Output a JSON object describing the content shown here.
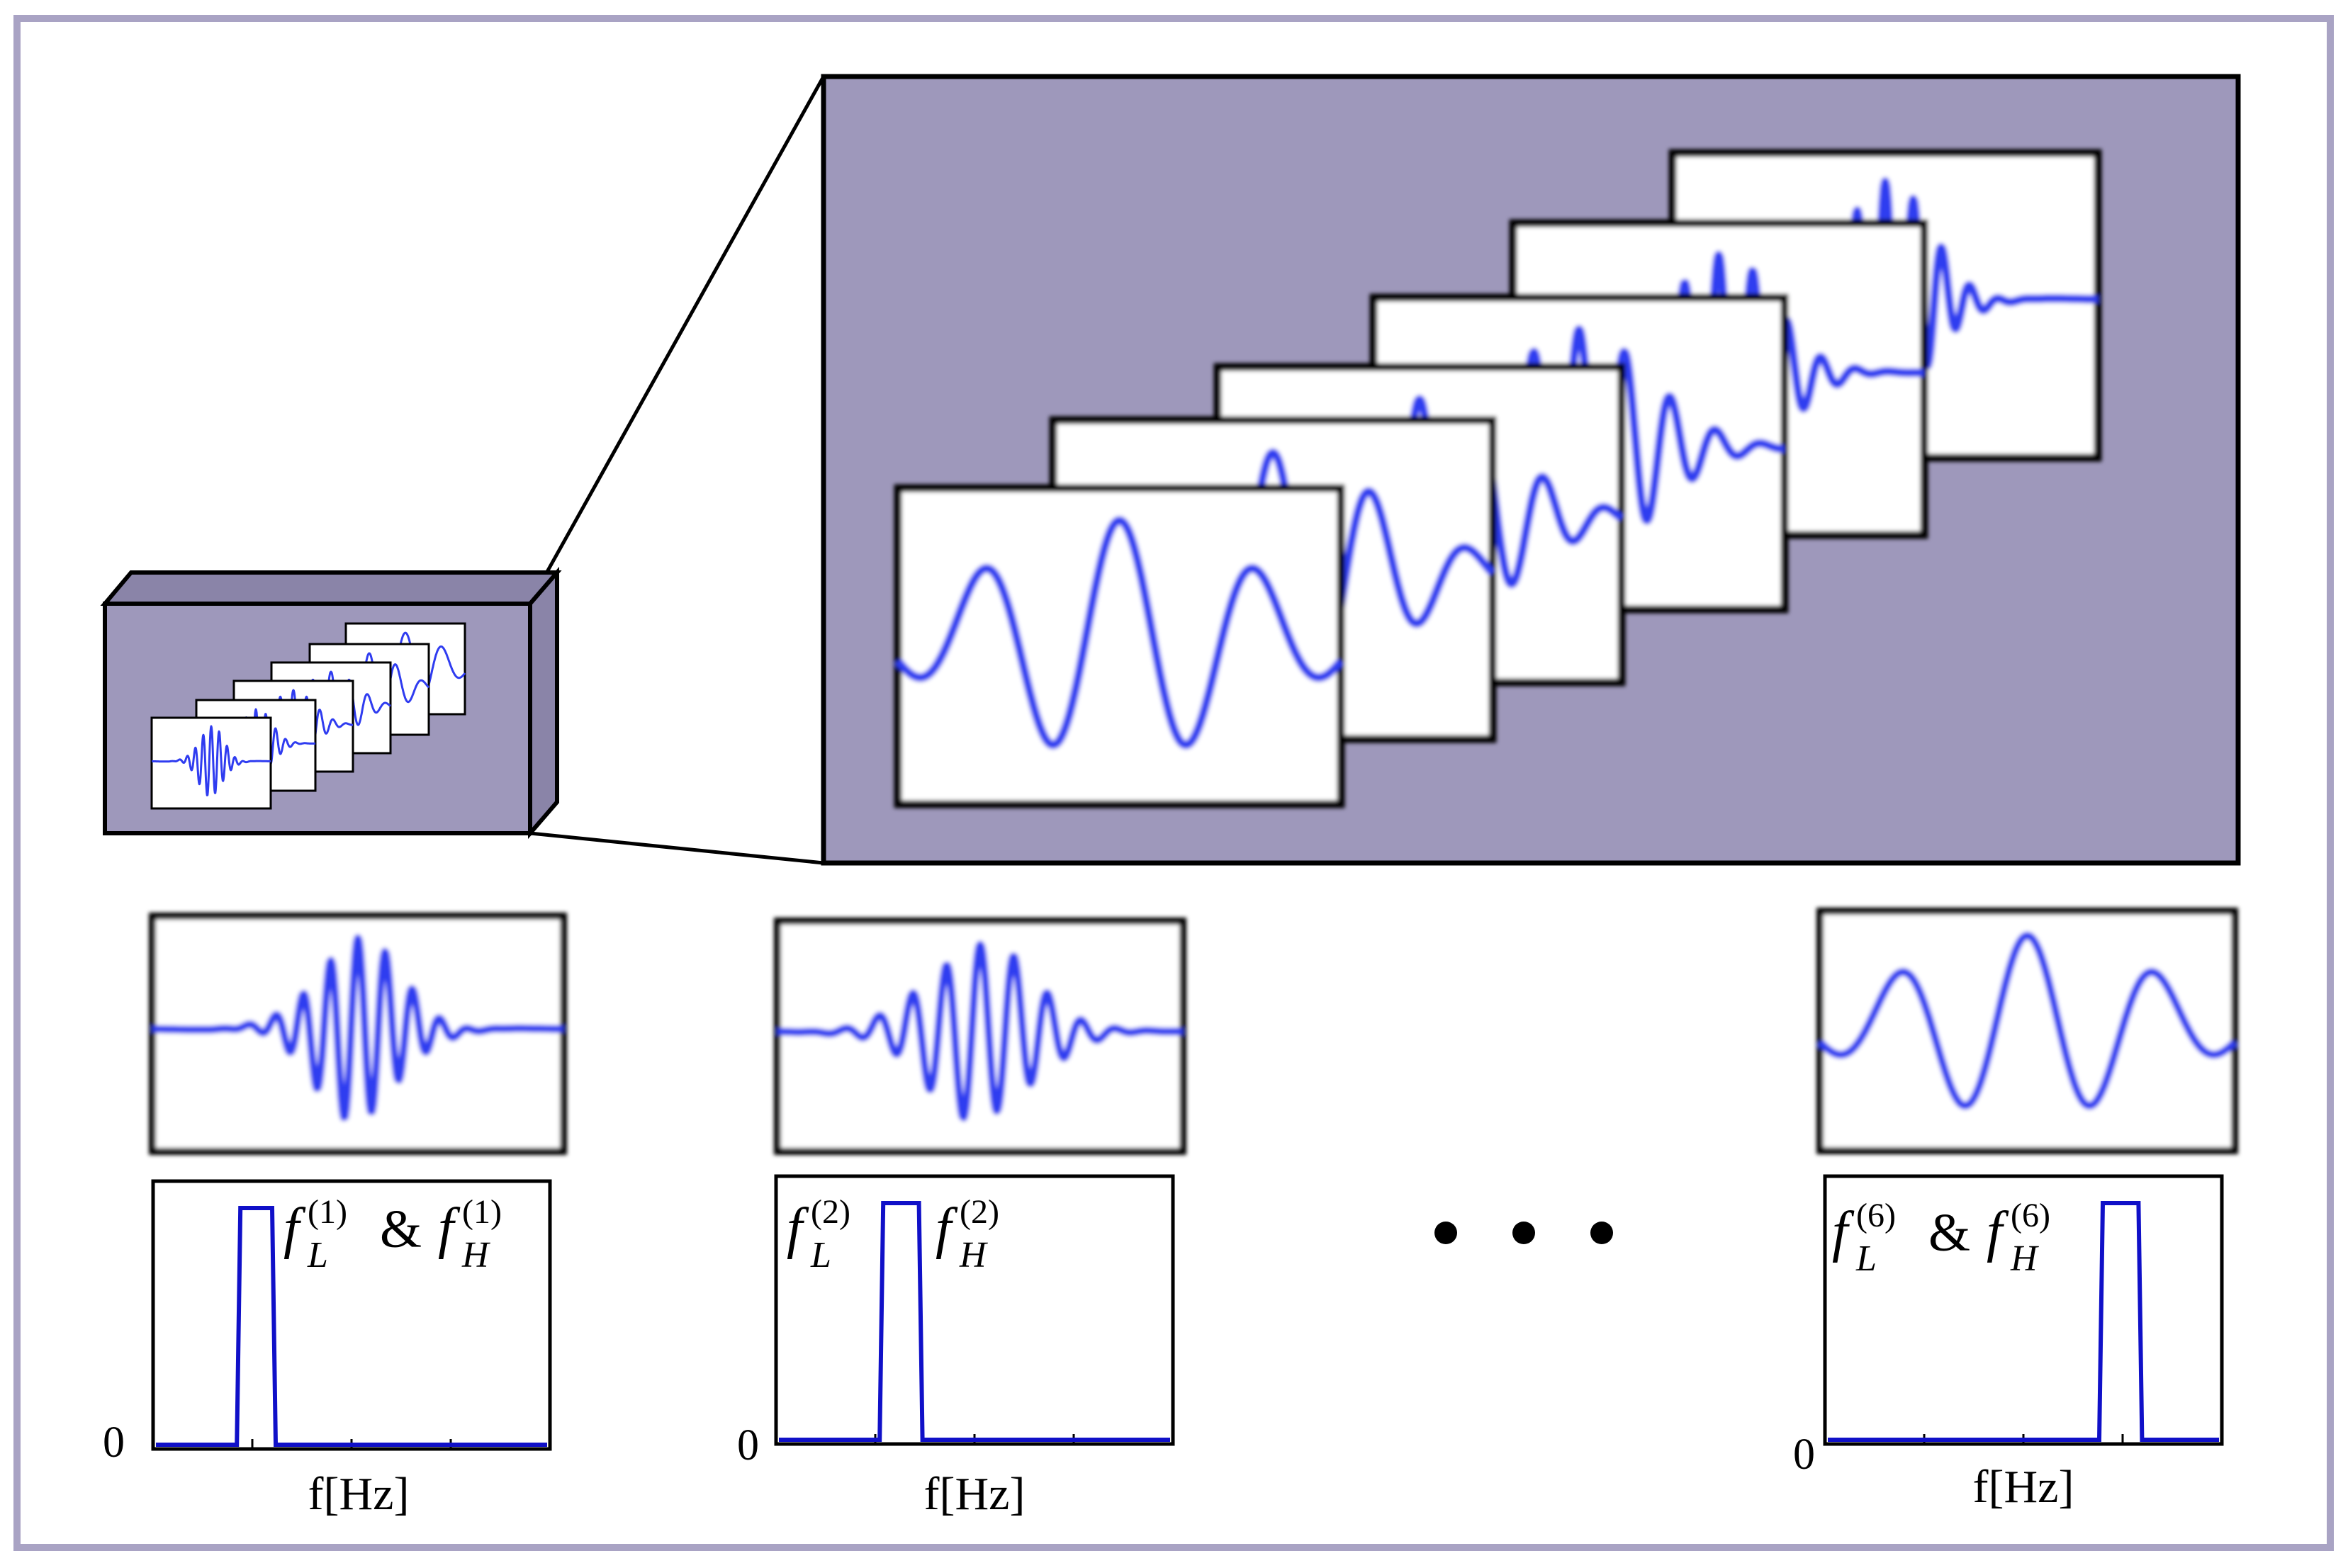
{
  "colors": {
    "frame_border": "#a9a3c4",
    "panel_fill": "#9e98bb",
    "box_side": "#8a84a8",
    "wave": "#2f3cf0",
    "band": "#1010c8",
    "ink": "#000000",
    "background": "#ffffff"
  },
  "spectra": [
    {
      "zero": "0",
      "xlabel": "f[Hz]",
      "band": {
        "low": 0.22,
        "high": 0.3
      },
      "labels": [
        {
          "base": "f",
          "sub": "L",
          "sup": "(1)"
        },
        {
          "base": "&"
        },
        {
          "base": "f",
          "sub": "H",
          "sup": "(1)"
        }
      ]
    },
    {
      "zero": "0",
      "xlabel": "f[Hz]",
      "band": {
        "low": 0.27,
        "high": 0.36
      },
      "labels": [
        {
          "base": "f",
          "sub": "L",
          "sup": "(2)"
        },
        {
          "base": "f",
          "sub": "H",
          "sup": "(2)"
        }
      ]
    },
    {
      "zero": "0",
      "xlabel": "f[Hz]",
      "band": {
        "low": 0.7,
        "high": 0.79
      },
      "labels": [
        {
          "base": "f",
          "sub": "L",
          "sup": "(6)"
        },
        {
          "base": "&"
        },
        {
          "base": "f",
          "sub": "H",
          "sup": "(6)"
        }
      ]
    }
  ],
  "ellipsis_dots": 3
}
